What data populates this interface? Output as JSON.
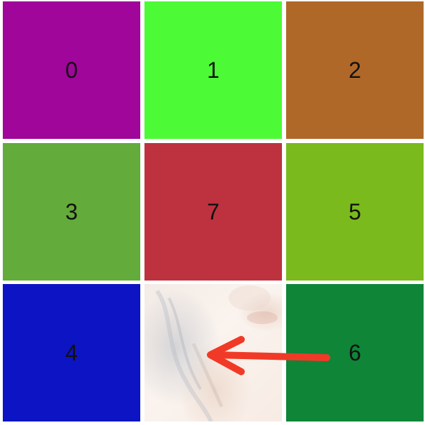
{
  "puzzle": {
    "tiles": [
      {
        "label": "0",
        "color": "#a0069a"
      },
      {
        "label": "1",
        "color": "#4cfb35"
      },
      {
        "label": "2",
        "color": "#b06828"
      },
      {
        "label": "3",
        "color": "#63ab3a"
      },
      {
        "label": "7",
        "color": "#bd323e"
      },
      {
        "label": "5",
        "color": "#7aba1d"
      },
      {
        "label": "4",
        "color": "#0d14c4"
      },
      {
        "label": "",
        "color": "#f6eee9"
      },
      {
        "label": "6",
        "color": "#0f8538"
      }
    ],
    "empty_slot_image": "blurred-portrait-photo",
    "arrow": {
      "icon": "left-arrow-icon",
      "color": "#f03a27",
      "from_tile": "6",
      "to": "empty-slot"
    }
  }
}
